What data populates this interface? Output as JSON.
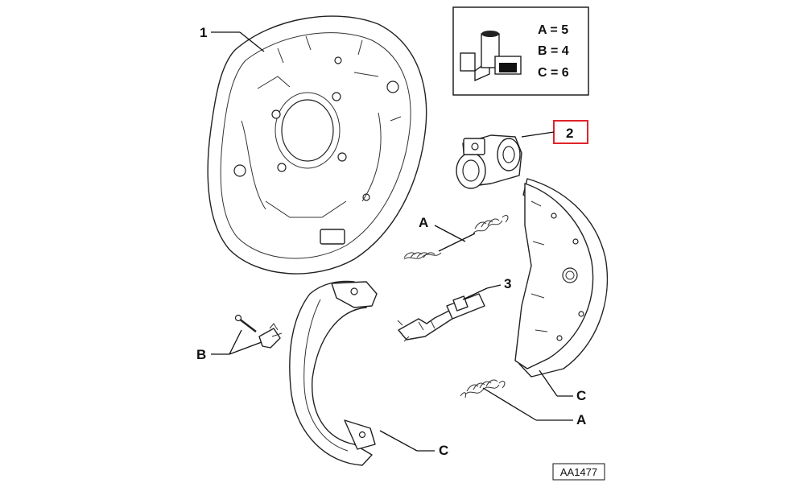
{
  "diagram": {
    "code": "AA1477",
    "legend": {
      "items": [
        "A = 5",
        "B = 4",
        "C = 6"
      ]
    },
    "callouts": {
      "backplate": "1",
      "wheel_cylinder": "2",
      "adjuster": "3",
      "spring_upper": "A",
      "spring_lower": "A",
      "hold_down_pins": "B",
      "shoe_left": "C",
      "shoe_right": "C"
    },
    "highlight_color": "#e0242a"
  }
}
